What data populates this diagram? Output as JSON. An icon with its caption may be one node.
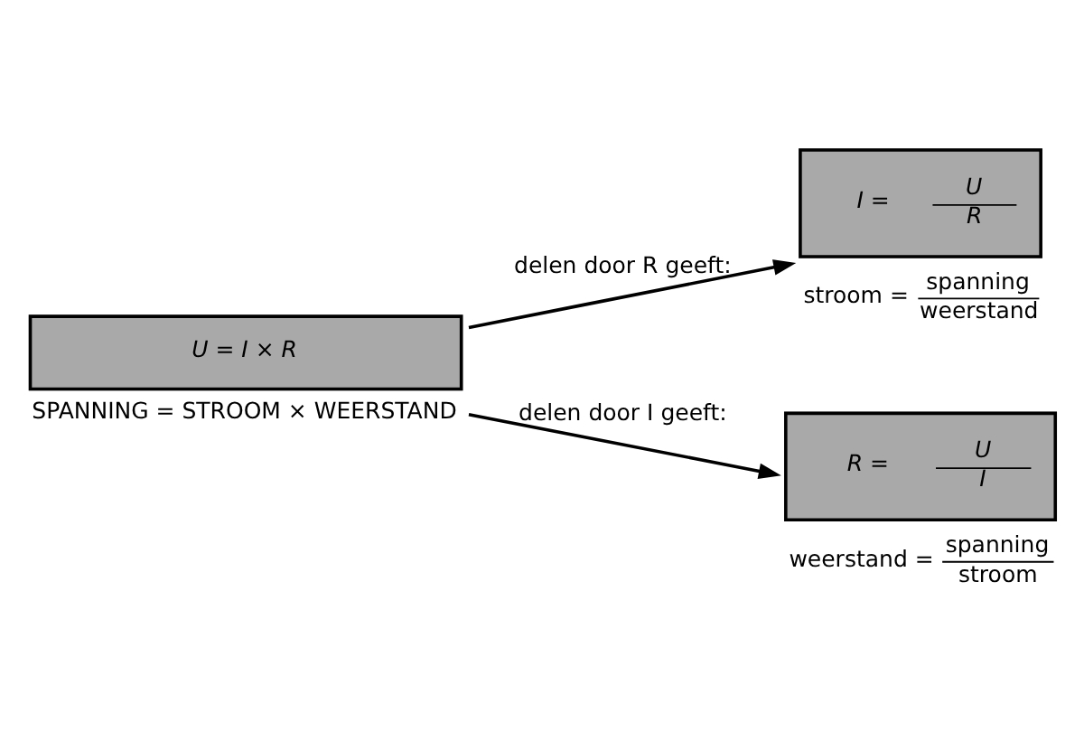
{
  "diagram": {
    "nodes": [
      {
        "text": [
          "U = I × R"
        ],
        "beside": [
          "SPANNING = STROOM × WEERSTAND"
        ]
      },
      {
        "text": [
          "I =",
          "U",
          "R"
        ],
        "beside": [
          "stroom =",
          "spanning",
          "weerstand"
        ]
      },
      {
        "text": [
          "R =",
          "U",
          "I"
        ],
        "beside": [
          "weerstand =",
          "spanning",
          "stroom"
        ]
      }
    ],
    "edges": [
      {
        "from": 0,
        "to": 1,
        "arrow": "to",
        "label": "delen door R geeft:"
      },
      {
        "from": 0,
        "to": 2,
        "arrow": "to",
        "label": "delen door I geeft:"
      }
    ]
  }
}
